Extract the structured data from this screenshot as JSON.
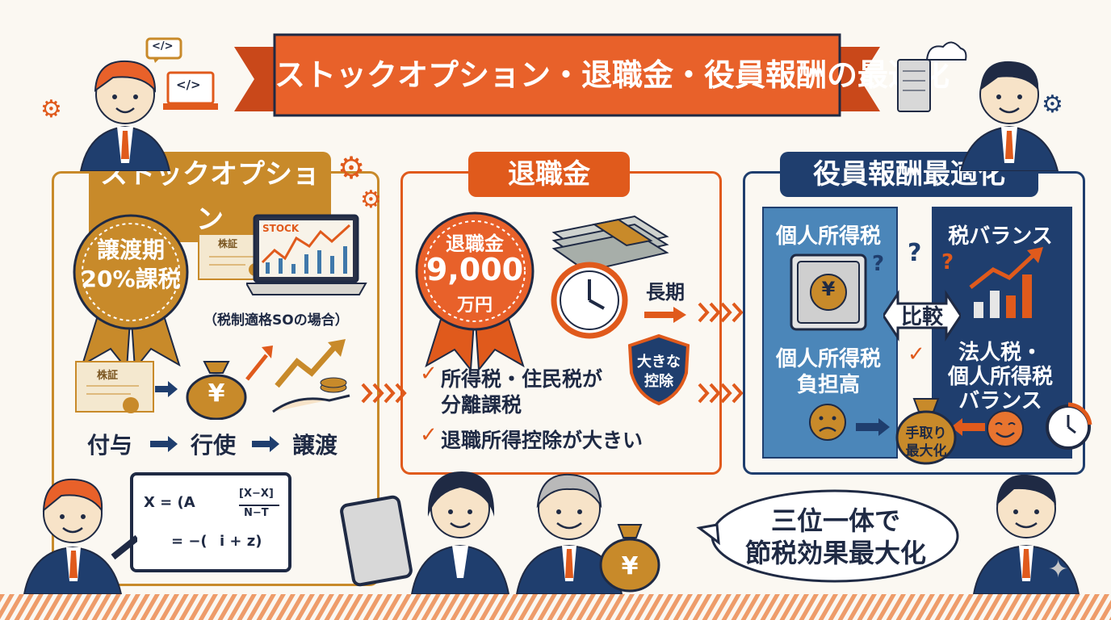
{
  "title": "ストックオプション・退職金・役員報酬の最適化",
  "stock_option": {
    "heading": "ストックオプション",
    "badge_line1": "譲渡期",
    "badge_line2": "20%課税",
    "laptop_label": "STOCK",
    "certificate_label": "株証",
    "note": "（税制適格SOの場合）",
    "bag_symbol": "¥",
    "steps": [
      "付与",
      "行使",
      "譲渡"
    ]
  },
  "retirement": {
    "heading": "退職金",
    "badge_line1": "退職金",
    "badge_line2": "9,000",
    "badge_line3": "万円",
    "long_term": "長期",
    "shield_line1": "大きな",
    "shield_line2": "控除",
    "check1_line1": "所得税・住民税が",
    "check1_line2": "分離課税",
    "check2": "退職所得控除が大きい"
  },
  "executive_pay": {
    "heading": "役員報酬最適化",
    "left_title": "個人所得税",
    "left_line1": "個人所得税",
    "left_line2": "負担高",
    "right_title": "税バランス",
    "right_line1": "法人税・",
    "right_line2": "個人所得税",
    "right_line3": "バランス",
    "compare": "比較",
    "bag_line1": "手取り",
    "bag_line2": "最大化",
    "safe_symbol": "¥"
  },
  "formula": {
    "line1": "X = (A",
    "line2": "= −(",
    "frac_top": "[X−X]",
    "frac_bottom": "N−T",
    "tail": "i + z)"
  },
  "speech": {
    "line1": "三位一体で",
    "line2": "節税効果最大化"
  },
  "icons": {
    "code_tag": "</>",
    "question": "?"
  },
  "colors": {
    "orange": "#e05a1c",
    "gold": "#c88a2a",
    "navy": "#1f3e6e",
    "steel": "#3f78aa"
  }
}
